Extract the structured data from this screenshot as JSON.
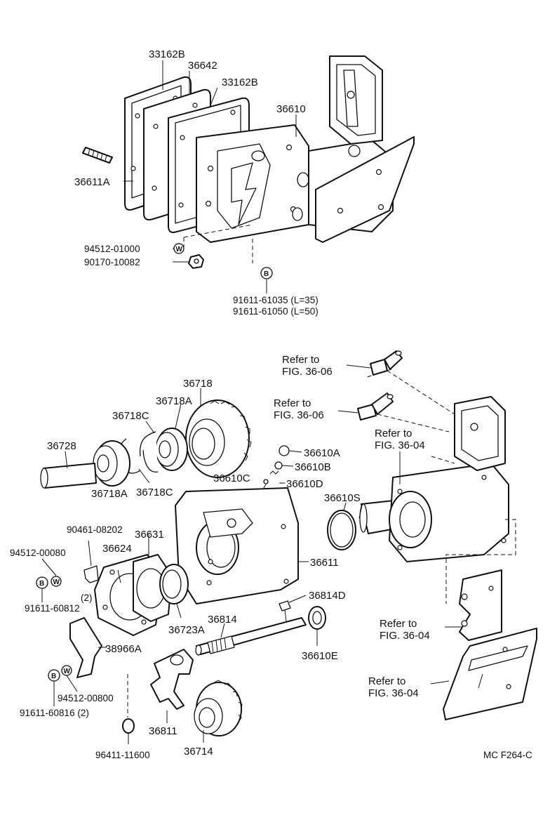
{
  "labels": {
    "p33162b_top": "33162B",
    "p36642": "36642",
    "p33162b_mid": "33162B",
    "p36610": "36610",
    "p36611a": "36611A",
    "p94512_01000": "94512-01000",
    "p90170_10082": "90170-10082",
    "p91611_61035": "91611-61035 (L=35)",
    "p91611_61050": "91611-61050 (L=50)",
    "refer1_a": "Refer to",
    "refer1_b": "FIG. 36-06",
    "refer2_a": "Refer to",
    "refer2_b": "FIG. 36-06",
    "refer3_a": "Refer to",
    "refer3_b": "FIG. 36-04",
    "refer4_a": "Refer to",
    "refer4_b": "FIG. 36-04",
    "refer5_a": "Refer to",
    "refer5_b": "FIG. 36-04",
    "p36718": "36718",
    "p36718a_top": "36718A",
    "p36718c_top": "36718C",
    "p36728": "36728",
    "p36610a": "36610A",
    "p36610b": "36610B",
    "p36610c": "36610C",
    "p36610d": "36610D",
    "p36718c_bot": "36718C",
    "p36718a_bot": "36718A",
    "p36610s": "36610S",
    "p90461_08202": "90461-08202",
    "p36631": "36631",
    "p94512_00080": "94512-00080",
    "p36624": "36624",
    "p36611": "36611",
    "p91611_60812": "91611-60812",
    "qty2_a": "(2)",
    "p36814d": "36814D",
    "p36723a": "36723A",
    "p36814": "36814",
    "p38966a": "38966A",
    "p36610e": "36610E",
    "p94512_00800": "94512-00800",
    "p91611_60816": "91611-60816 (2)",
    "p36811": "36811",
    "p96411_11600": "96411-11600",
    "p36714": "36714",
    "figure_code": "MC F264-C"
  },
  "symbols": {
    "washer": "W",
    "bolt": "B"
  }
}
